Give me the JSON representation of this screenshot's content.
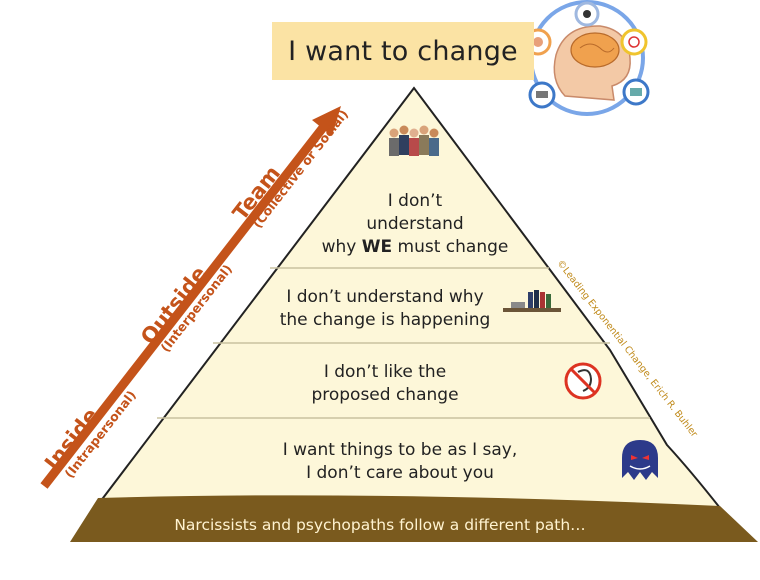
{
  "title": "I want to change",
  "tiers": {
    "top": [
      "I don’t",
      "understand",
      "why ",
      "WE",
      " must change"
    ],
    "second": [
      "I don’t understand why",
      "the change is happening"
    ],
    "third": [
      "I don’t like the",
      "proposed change"
    ],
    "fourth": [
      "I want things to be as I say,",
      "I don’t care about you"
    ]
  },
  "base": "Narcissists and psychopaths follow a different path…",
  "axis": {
    "inside": "Inside",
    "inside_sub": "(Intrapersonal)",
    "outside": "Outside",
    "outside_sub": "(Interpersonal)",
    "team": "Team",
    "team_sub": "(Collective or Social)"
  },
  "credit": "©Leading Exponential Change, Erich R. Buhler",
  "colors": {
    "pyramid_fill": "#fdf7d9",
    "arrow": "#c4531a",
    "ground": "#7a5a1e",
    "title_bg": "#fbe3a4",
    "ring": "#7aa6e8"
  },
  "icons": [
    "brain-icon",
    "people-group-icon",
    "books-icon",
    "no-listening-icon",
    "ghost-icon"
  ]
}
